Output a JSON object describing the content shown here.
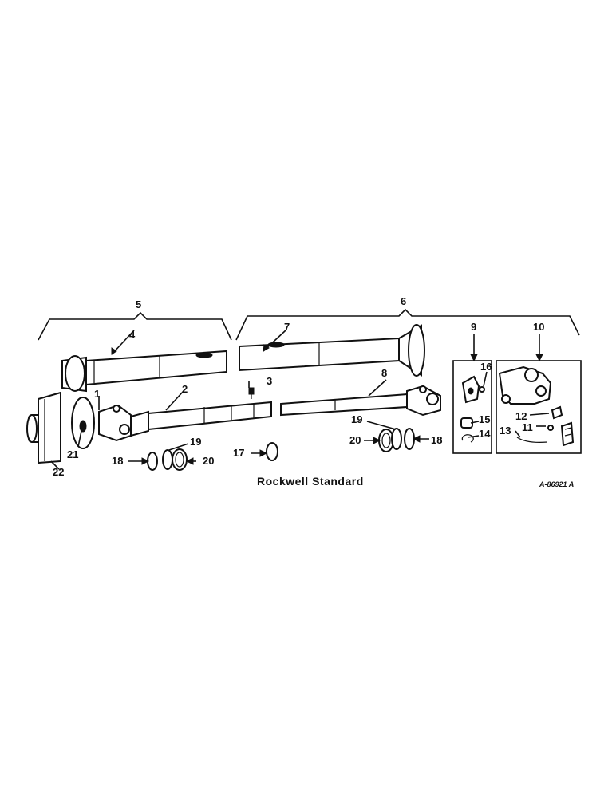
{
  "diagram": {
    "caption": "Rockwell Standard",
    "drawing_code": "A-86921 A",
    "callouts": {
      "c1": "1",
      "c2": "2",
      "c3": "3",
      "c4": "4",
      "c5": "5",
      "c6": "6",
      "c7": "7",
      "c8": "8",
      "c9": "9",
      "c10": "10",
      "c11": "11",
      "c12": "12",
      "c13": "13",
      "c14": "14",
      "c15": "15",
      "c16": "16",
      "c17": "17",
      "c18a": "18",
      "c18b": "18",
      "c19a": "19",
      "c19b": "19",
      "c20a": "20",
      "c20b": "20",
      "c21": "21",
      "c22": "22"
    }
  }
}
